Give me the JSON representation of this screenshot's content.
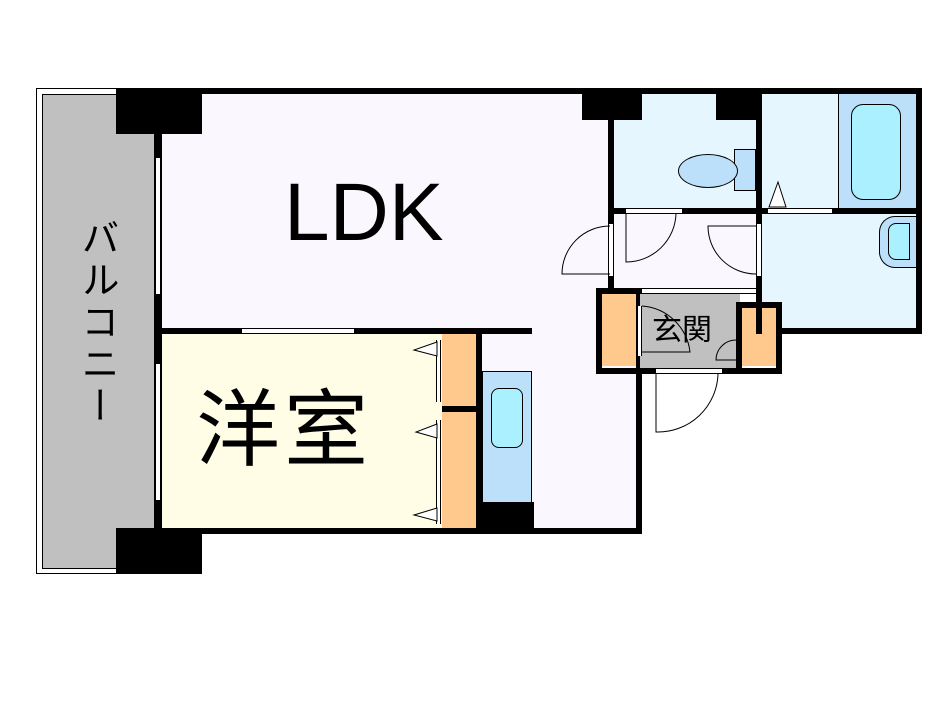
{
  "floor_plan": {
    "rooms": [
      {
        "id": "ldk",
        "label": "LDK",
        "color": "#fbf7ff"
      },
      {
        "id": "western_room",
        "label": "洋室",
        "color": "#fffde6"
      },
      {
        "id": "balcony",
        "label": "バルコニー",
        "color": "#c0c0c0"
      },
      {
        "id": "entrance",
        "label": "玄関",
        "color": "#c0c0c0"
      },
      {
        "id": "toilet",
        "label": "",
        "color": "#e6f6ff"
      },
      {
        "id": "bathroom",
        "label": "",
        "color": "#e6f6ff"
      },
      {
        "id": "washroom",
        "label": "",
        "color": "#e6f6ff"
      },
      {
        "id": "hallway",
        "label": "",
        "color": "#fbf7ff"
      }
    ],
    "fixtures": [
      "toilet",
      "bathtub",
      "washbasin",
      "kitchen-sink",
      "closet",
      "shoe-cabinet"
    ],
    "colors": {
      "wall": "#000000",
      "closet": "#ffc88c",
      "fixture_blue": "#bde0fa",
      "fixture_cyan": "#aaf0ff"
    }
  }
}
